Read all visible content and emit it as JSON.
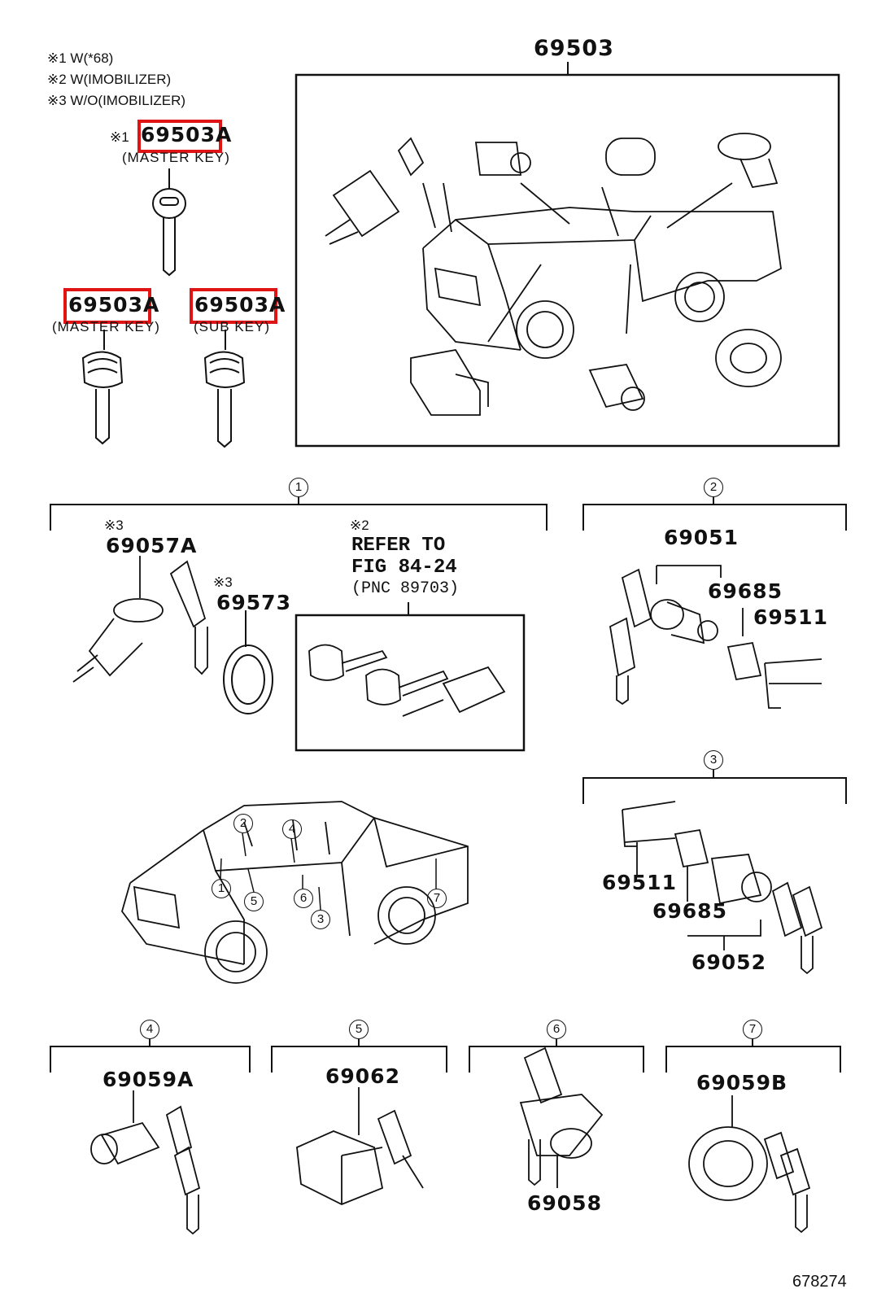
{
  "notes": {
    "n1": "※1 W(*68)",
    "n2": "※2 W(IMOBILIZER)",
    "n3": "※3 W/O(IMOBILIZER)"
  },
  "keys": {
    "key_top": {
      "mark": "※1",
      "part": "69503A",
      "label": "(MASTER KEY)"
    },
    "key_left": {
      "part": "69503A",
      "label": "(MASTER KEY)"
    },
    "key_right": {
      "part": "69503A",
      "label": "(SUB KEY)"
    }
  },
  "set_box": {
    "part": "69503"
  },
  "group1": {
    "num": "1",
    "mark_a": "※3",
    "part_a": "69057A",
    "mark_b": "※3",
    "part_b": "69573",
    "mark_c": "※2",
    "refer_line1": "REFER TO",
    "refer_line2": "FIG 84-24",
    "refer_line3": "(PNC 89703)"
  },
  "group2": {
    "num": "2",
    "part_a": "69051",
    "part_b": "69685",
    "part_c": "69511"
  },
  "group3": {
    "num": "3",
    "part_a": "69511",
    "part_b": "69685",
    "part_c": "69052"
  },
  "truck_callouts": [
    "1",
    "2",
    "3",
    "4",
    "5",
    "6",
    "7"
  ],
  "group4": {
    "num": "4",
    "part": "69059A"
  },
  "group5": {
    "num": "5",
    "part": "69062"
  },
  "group6": {
    "num": "6",
    "part": "69058"
  },
  "group7": {
    "num": "7",
    "part": "69059B"
  },
  "figure_id": "678274",
  "colors": {
    "highlight": "#e01414",
    "ink": "#111111"
  }
}
